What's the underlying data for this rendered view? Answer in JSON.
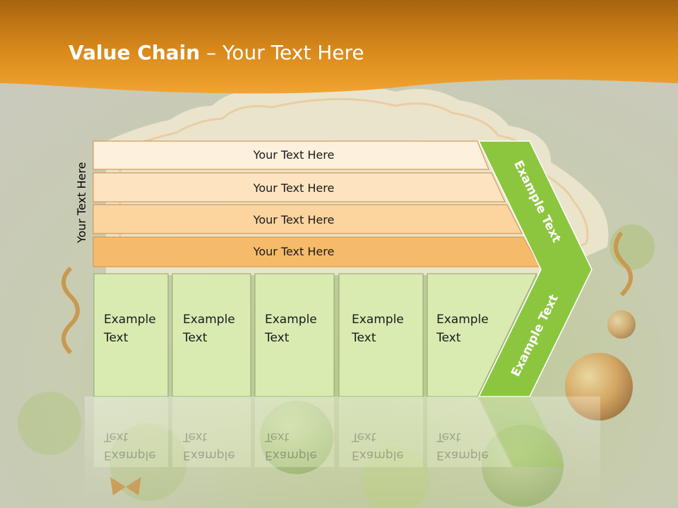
{
  "title": {
    "bold": "Value Chain",
    "rest": " – Your Text Here"
  },
  "side_label": "Your Text Here",
  "bars": [
    {
      "label": "Your Text Here"
    },
    {
      "label": "Your Text Here"
    },
    {
      "label": "Your Text Here"
    },
    {
      "label": "Your Text Here"
    }
  ],
  "boxes": [
    {
      "line1": "Example",
      "line2": "Text"
    },
    {
      "line1": "Example",
      "line2": "Text"
    },
    {
      "line1": "Example",
      "line2": "Text"
    },
    {
      "line1": "Example",
      "line2": "Text"
    },
    {
      "line1": "Example",
      "line2": "Text"
    }
  ],
  "chevron": {
    "top": "Example Text",
    "bottom": "Example Text"
  },
  "colors": {
    "header_orange": "#e8901a",
    "bar_fill_1": "#fdf0dc",
    "bar_fill_2": "#fde3c0",
    "bar_fill_3": "#fbd49e",
    "bar_fill_4": "#f6bb6a",
    "bar_stroke": "#d59a5a",
    "box_fill": "#daebb2",
    "box_stroke": "#8aa86a",
    "chevron_green": "#8cc63f"
  }
}
